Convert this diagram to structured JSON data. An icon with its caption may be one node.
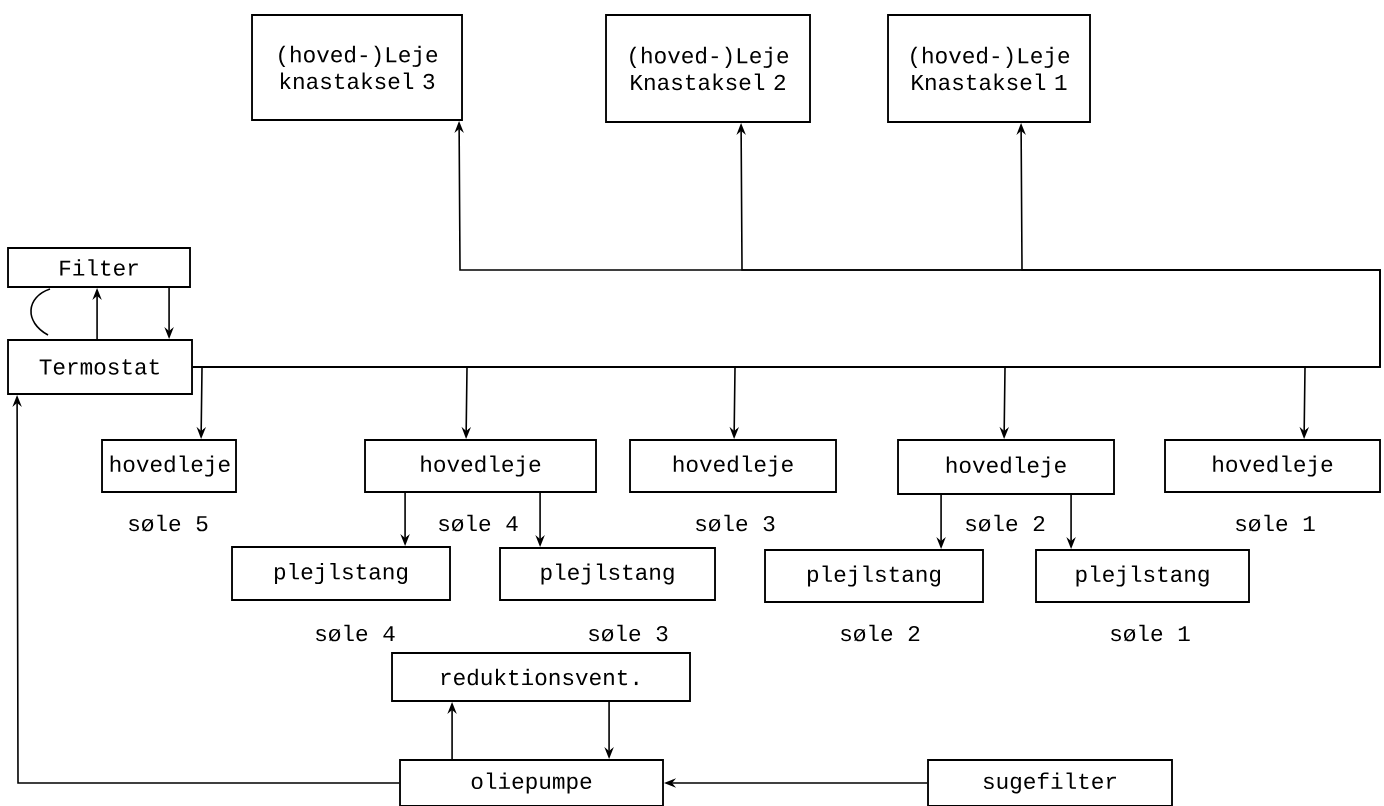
{
  "diagram": {
    "nodes": [
      {
        "text": [
          "(hoved-)Leje knastaksel 3"
        ]
      },
      {
        "text": [
          "(hoved-)Leje Knastaksel 2"
        ]
      },
      {
        "text": [
          "(hoved-)Leje Knastaksel 1"
        ]
      },
      {
        "text": [
          "Filter"
        ]
      },
      {
        "text": [
          "Termostat"
        ]
      },
      {
        "text": [
          "hovedleje"
        ],
        "beside": [
          "søle 5"
        ]
      },
      {
        "text": [
          "hovedleje"
        ],
        "beside": [
          "søle 4"
        ]
      },
      {
        "text": [
          "hovedleje"
        ],
        "beside": [
          "søle 3"
        ]
      },
      {
        "text": [
          "hovedleje"
        ],
        "beside": [
          "søle 2"
        ]
      },
      {
        "text": [
          "hovedleje"
        ],
        "beside": [
          "søle 1"
        ]
      },
      {
        "text": [
          "plejlstang"
        ],
        "beside": [
          "søle 4"
        ]
      },
      {
        "text": [
          "plejlstang"
        ],
        "beside": [
          "søle 3"
        ]
      },
      {
        "text": [
          "plejlstang"
        ],
        "beside": [
          "søle 2"
        ]
      },
      {
        "text": [
          "plejlstang"
        ],
        "beside": [
          "søle 1"
        ]
      },
      {
        "text": [
          "reduktionsvent."
        ]
      },
      {
        "text": [
          "oliepumpe"
        ]
      },
      {
        "text": [
          "sugefilter"
        ]
      }
    ],
    "edges": [
      {
        "from": 4,
        "to": 3,
        "arrow": "to"
      },
      {
        "from": 3,
        "to": 4,
        "arrow": "to"
      },
      {
        "from": 4,
        "to": 5,
        "arrow": "to"
      },
      {
        "from": 4,
        "to": 6,
        "arrow": "to"
      },
      {
        "from": 4,
        "to": 7,
        "arrow": "to"
      },
      {
        "from": 4,
        "to": 8,
        "arrow": "to"
      },
      {
        "from": 4,
        "to": 9,
        "arrow": "to"
      },
      {
        "from": 4,
        "to": 0,
        "arrow": "to"
      },
      {
        "from": 4,
        "to": 1,
        "arrow": "to"
      },
      {
        "from": 4,
        "to": 2,
        "arrow": "to"
      },
      {
        "from": 6,
        "to": 10,
        "arrow": "to"
      },
      {
        "from": 6,
        "to": 11,
        "arrow": "to"
      },
      {
        "from": 8,
        "to": 12,
        "arrow": "to"
      },
      {
        "from": 8,
        "to": 13,
        "arrow": "to"
      },
      {
        "from": 15,
        "to": 14,
        "arrow": "to"
      },
      {
        "from": 14,
        "to": 15,
        "arrow": "to"
      },
      {
        "from": 16,
        "to": 15,
        "arrow": "to"
      },
      {
        "from": 15,
        "to": 4,
        "arrow": "to"
      }
    ]
  }
}
